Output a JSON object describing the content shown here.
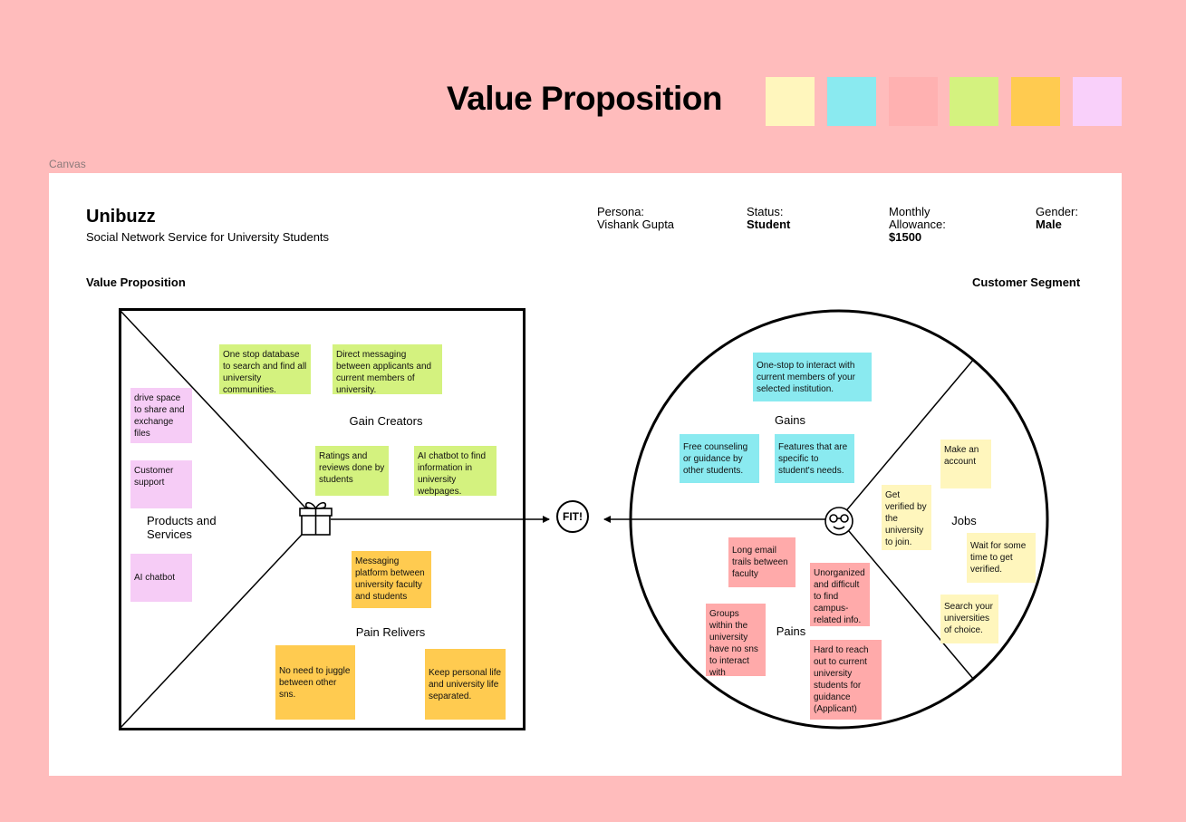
{
  "header": {
    "title": "Value Proposition",
    "swatches": [
      "#fff6bd",
      "#8aeaf0",
      "#ffb1b1",
      "#d4f27f",
      "#ffcb50",
      "#f9d0fa"
    ]
  },
  "canvas": {
    "label": "Canvas",
    "app_name": "Unibuzz",
    "app_subtitle": "Social Network Service for University Students",
    "persona": {
      "label": "Persona:",
      "value": "Vishank Gupta"
    },
    "status": {
      "label": "Status:",
      "value": "Student"
    },
    "allowance": {
      "label_line1": "Monthly",
      "label_line2": "Allowance:",
      "value": "$1500"
    },
    "gender": {
      "label": "Gender:",
      "value": "Male"
    },
    "value_proposition_label": "Value Proposition",
    "customer_segment_label": "Customer Segment"
  },
  "value_map": {
    "gain_creators_label": "Gain Creators",
    "products_label_line1": "Products and",
    "products_label_line2": "Services",
    "pain_relievers_label": "Pain Relivers",
    "gain_creators": [
      "One stop database to search and find all university communities.",
      "Direct messaging between applicants and current members of university.",
      "Ratings and reviews done by students",
      "AI chatbot to find information in university webpages."
    ],
    "products": [
      "drive space to share and exchange files",
      "Customer support",
      "AI chatbot"
    ],
    "pain_relievers": [
      "Messaging platform between university faculty and students",
      "No need to juggle between other sns.",
      "Keep personal life and university life separated."
    ]
  },
  "fit_label": "FIT!",
  "customer_profile": {
    "gains_label": "Gains",
    "jobs_label": "Jobs",
    "pains_label": "Pains",
    "gains": [
      "One-stop to interact with current members of your selected institution.",
      "Free counseling or guidance by other students.",
      "Features that are specific to student's needs."
    ],
    "jobs": [
      "Make an account",
      "Get verified by the university to join.",
      "Wait for some time to get verified.",
      "Search your universities of choice."
    ],
    "pains": [
      "Long email trails between faculty",
      "Unorganized and difficult to find campus-related info.",
      "Groups within the university have no sns to interact with",
      "Hard to reach out to current university students for guidance (Applicant)"
    ]
  }
}
